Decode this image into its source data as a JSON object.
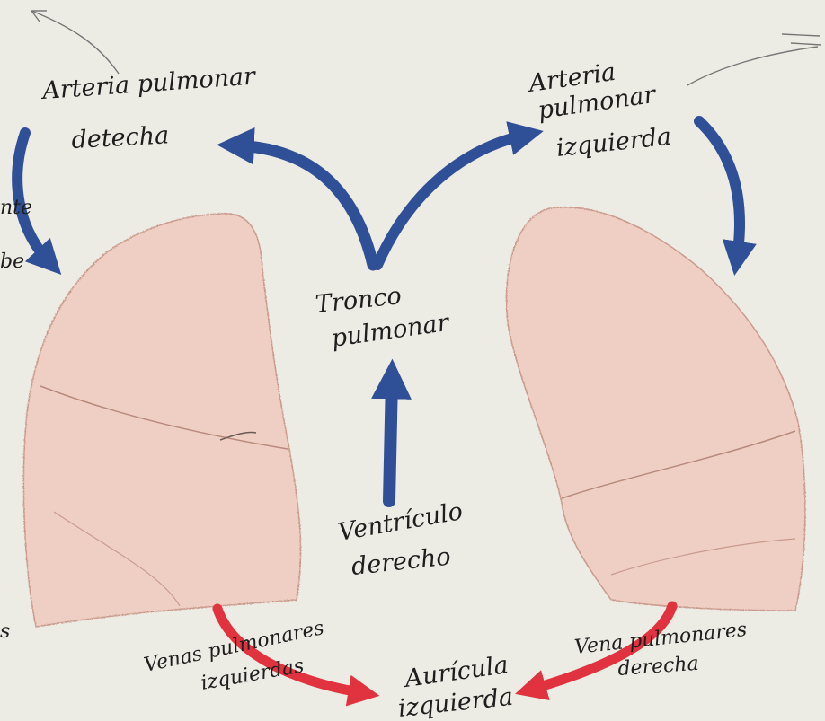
{
  "colors": {
    "paper": "#ecebe4",
    "lung_fill": "#efcfc4",
    "lung_stroke": "#c99a8c",
    "deoxygenated_arrow": "#2f4f96",
    "oxygenated_arrow": "#e0333f",
    "ink": "#1e1e1e"
  },
  "labels": {
    "arteria_derecha": [
      "Arteria pulmonar",
      "detecha"
    ],
    "arteria_izquierda": [
      "Arteria",
      "pulmonar",
      "izquierda"
    ],
    "tronco": [
      "Tronco",
      "pulmonar"
    ],
    "ventriculo": [
      "Ventrículo",
      "derecho"
    ],
    "venas_izquierdas": [
      "Venas pulmonares",
      "izquierdas"
    ],
    "auricula": [
      "Aurícula",
      "izquierda"
    ],
    "venas_derecha": [
      "Vena pulmonares",
      "derecha"
    ],
    "edge_left_top": "nte",
    "edge_left_mid": "be",
    "edge_left_low": "s"
  }
}
